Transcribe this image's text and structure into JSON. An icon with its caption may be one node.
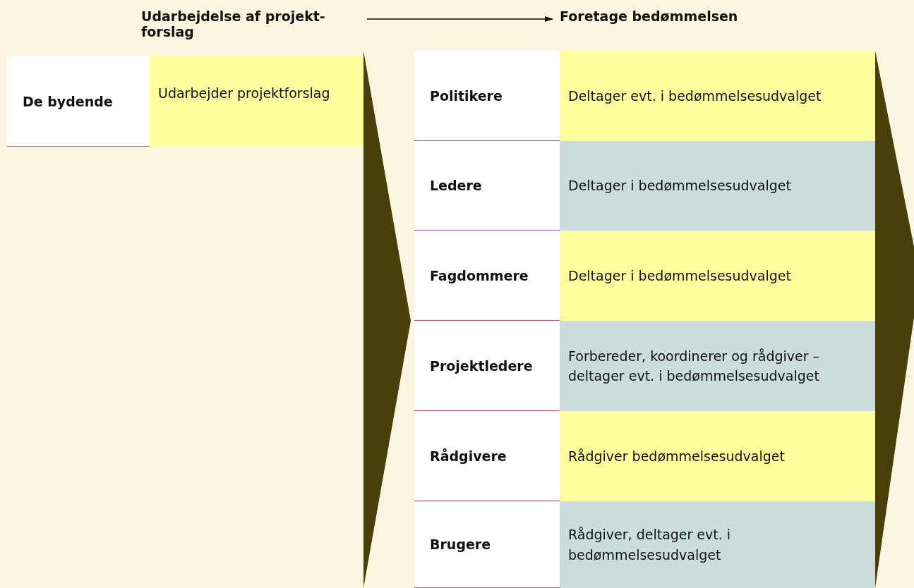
{
  "diagram": {
    "nodes": [
      {
        "text": [
          "Udarbejdelse af projekt-forslag"
        ]
      },
      {
        "text": [
          "Foretage bedømmelsen"
        ]
      },
      {
        "text": [
          "De bydende"
        ]
      },
      {
        "text": [
          "Udarbejder projektforslag"
        ]
      },
      {
        "text": [
          "Politikere"
        ]
      },
      {
        "text": [
          "Deltager evt. i bedømmelsesudvalget"
        ]
      },
      {
        "text": [
          "Ledere"
        ]
      },
      {
        "text": [
          "Deltager i bedømmelsesudvalget"
        ]
      },
      {
        "text": [
          "Fagdommere"
        ]
      },
      {
        "text": [
          "Deltager i bedømmelsesudvalget"
        ]
      },
      {
        "text": [
          "Projektledere"
        ]
      },
      {
        "text": [
          "Forbereder, koordinerer og rådgiver – deltager evt. i bedømmelsesudvalget"
        ]
      },
      {
        "text": [
          "Rådgivere"
        ]
      },
      {
        "text": [
          "Rådgiver bedømmelsesudvalget"
        ]
      },
      {
        "text": [
          "Brugere"
        ]
      },
      {
        "text": [
          "Rådgiver, deltager evt. i bedømmelsesudvalget"
        ]
      }
    ],
    "edges": [
      {
        "from": 0,
        "to": 1,
        "arrow": "to"
      }
    ]
  }
}
